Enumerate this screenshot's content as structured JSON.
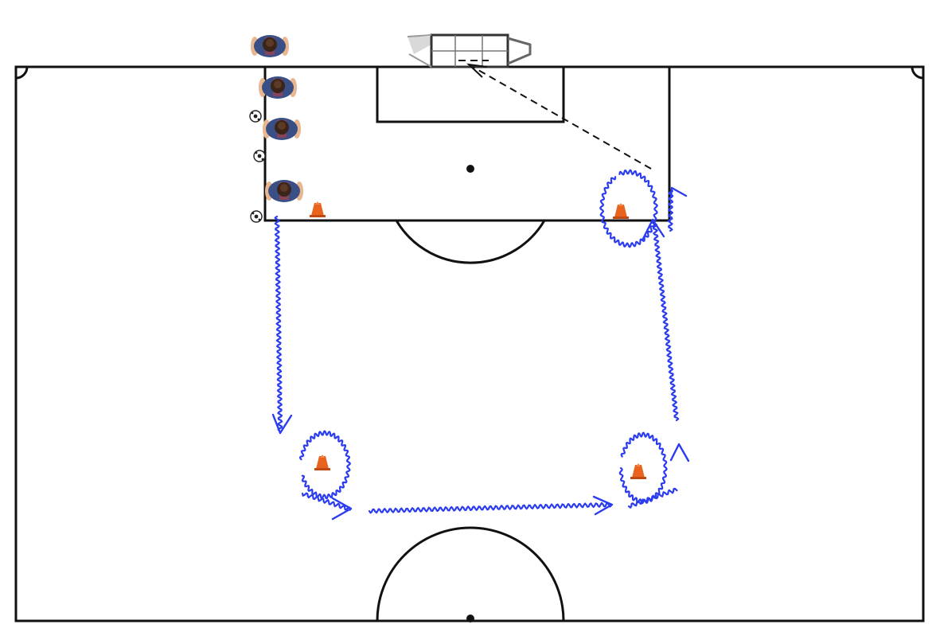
{
  "colors": {
    "pitch_background": "#ffffff",
    "lines": "#111111",
    "dribble_path": "#2b3cf0",
    "cone": "#e8641e",
    "player_shirt": "#3a4f86",
    "player_hair": "#3b2418",
    "player_skin": "#e8b68f"
  },
  "elements": {
    "goal": "goal-frame",
    "players": [
      "player",
      "player",
      "player",
      "player"
    ],
    "balls": [
      "ball",
      "ball",
      "ball"
    ],
    "cones": [
      "cone",
      "cone",
      "cone",
      "cone"
    ],
    "paths": [
      "dribble-path",
      "shot-path"
    ]
  }
}
